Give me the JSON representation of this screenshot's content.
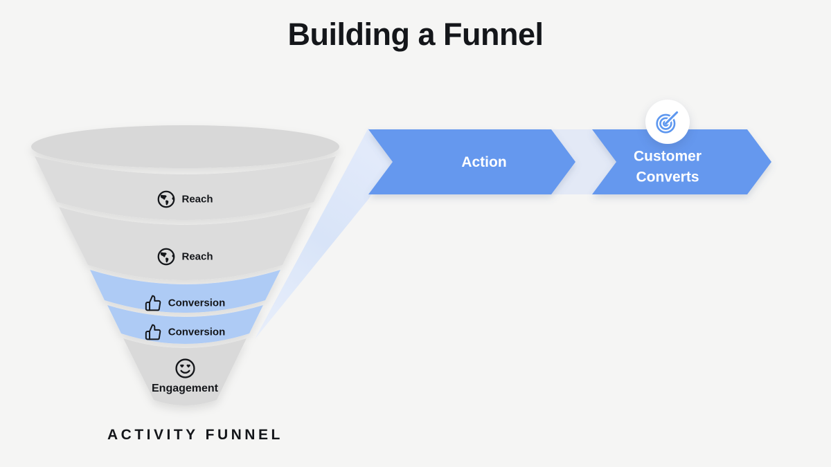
{
  "page": {
    "title": "Building a Funnel",
    "background": "#f5f5f4"
  },
  "funnel": {
    "caption": "ACTIVITY FUNNEL",
    "layers": [
      {
        "id": "reach-1",
        "icon": "globe-icon",
        "label": "Reach",
        "color": "#dcdcdc"
      },
      {
        "id": "reach-2",
        "icon": "globe-icon",
        "label": "Reach",
        "color": "#dcdcdc"
      },
      {
        "id": "conversion-1",
        "icon": "thumbs-up-icon",
        "label": "Conversion",
        "color": "#aecbf5"
      },
      {
        "id": "conversion-2",
        "icon": "thumbs-up-icon",
        "label": "Conversion",
        "color": "#aecbf5"
      },
      {
        "id": "engagement",
        "icon": "heart-eyes-icon",
        "label": "Engagement",
        "color": "#d9d9d9"
      }
    ]
  },
  "flow": {
    "steps": [
      {
        "id": "action",
        "label": "Action"
      },
      {
        "id": "customer-converts",
        "label": "Customer Converts",
        "badge_icon": "target-icon"
      }
    ]
  },
  "colors": {
    "arrow_blue": "#6598ee",
    "funnel_blue": "#aecbf5",
    "funnel_gray": "#dcdcdc",
    "beam_light_blue": "#dde7f8",
    "chevron_gap": "#e3e9f6",
    "badge_icon_blue": "#5d97ef",
    "text_dark": "#14161a",
    "text_light": "#ffffff"
  }
}
